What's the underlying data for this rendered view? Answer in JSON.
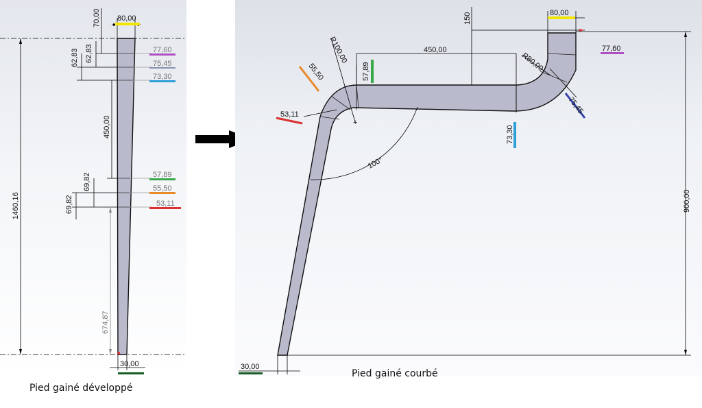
{
  "left": {
    "caption": "Pied gainé développé",
    "dims": {
      "top_width": "80,00",
      "top_offset": "70,00",
      "overall_height": "1460,16",
      "seg1_a": "62,83",
      "seg1_b": "62,83",
      "seg2": "450,00",
      "seg3_a": "69,82",
      "seg3_b": "69,82",
      "bottom_len": "674,87",
      "bottom_width": "30,00"
    },
    "widths": [
      "77,60",
      "75,45",
      "73,30",
      "57,89",
      "55,50",
      "53,11"
    ]
  },
  "arrow": {
    "icon": "right-arrow-icon"
  },
  "right": {
    "caption": "Pied gainé courbé",
    "dims": {
      "top_width": "80,00",
      "top_offset": "150",
      "horizontal_len": "450,00",
      "radius_large": "R100,00",
      "radius_small": "R80,00",
      "angle": "100°",
      "overall_height": "900,00",
      "bottom_width": "30,00"
    },
    "widths": {
      "w77": "77,60",
      "w75": "75,45",
      "w73": "73,30",
      "w57": "57,89",
      "w55": "55,50",
      "w53": "53,11"
    }
  },
  "colors": {
    "yellow": "#f2e600",
    "purple": "#b04fc4",
    "grey_blue": "#8a8fb0",
    "blue": "#2f9fd8",
    "green": "#3aa84a",
    "orange": "#e8892a",
    "red": "#d93030",
    "dark_green": "#145c22",
    "navy": "#3344aa",
    "part_fill": "#b9bacb"
  }
}
